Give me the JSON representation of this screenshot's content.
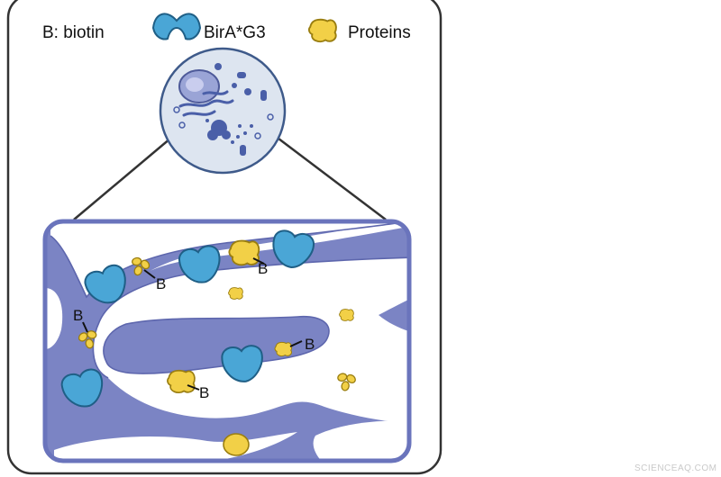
{
  "legend": {
    "biotin_label": "B: biotin",
    "enzyme_label": "BirA*G3",
    "protein_label": "Proteins"
  },
  "labels": {
    "biotin_tag": "B"
  },
  "watermark": "SCIENCEAQ.COM",
  "colors": {
    "membrane": "#7b84c4",
    "membrane_outline": "#5d66ad",
    "enzyme": "#4aa6d6",
    "enzyme_outline": "#1f5f86",
    "protein": "#f2d047",
    "protein_outline": "#9a7e10",
    "cell_fill": "#dde5f0",
    "frame": "#333333"
  },
  "icons": {
    "enzyme": "pacman-enzyme-icon",
    "protein": "blob-protein-icon",
    "biotin": "clover-biotin-icon"
  }
}
